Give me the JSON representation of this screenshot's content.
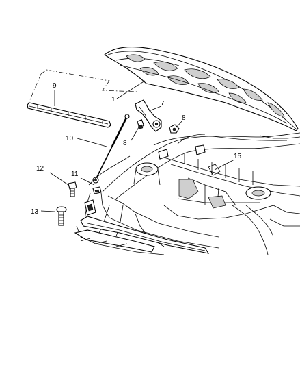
{
  "callouts": [
    {
      "id": "1",
      "label": "1"
    },
    {
      "id": "7",
      "label": "7"
    },
    {
      "id": "8a",
      "label": "8"
    },
    {
      "id": "8b",
      "label": "8"
    },
    {
      "id": "9",
      "label": "9"
    },
    {
      "id": "10",
      "label": "10"
    },
    {
      "id": "11",
      "label": "11"
    },
    {
      "id": "12",
      "label": "12"
    },
    {
      "id": "13",
      "label": "13"
    },
    {
      "id": "15",
      "label": "15"
    }
  ]
}
